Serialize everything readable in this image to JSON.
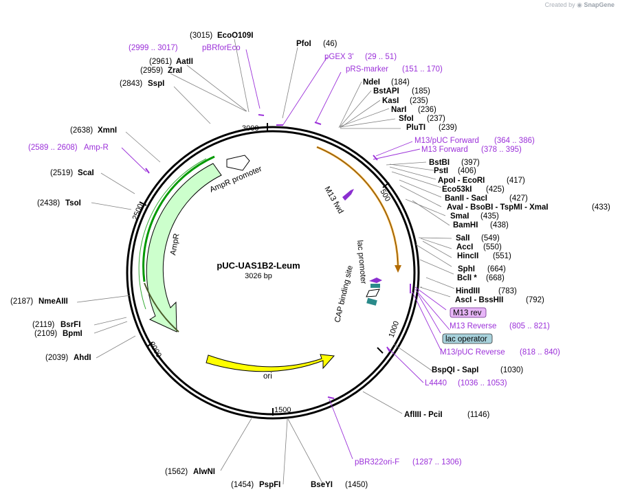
{
  "credit": {
    "prefix": "Created by",
    "brand": "SnapGene"
  },
  "map": {
    "name": "pUC-UAS1B2-Leum",
    "length_label": "3026 bp"
  },
  "ticks": {
    "t3000": "3000",
    "t500": "500",
    "t1000": "1000",
    "t1500": "1500",
    "t2000": "2000",
    "t2500": "2500"
  },
  "features": {
    "ampr": "AmpR",
    "ampr_promoter": "AmpR promoter",
    "ori": "ori",
    "m13fwd": "M13 fwd",
    "lac_promoter": "lac promoter",
    "cap": "CAP binding site"
  },
  "sites": [
    {
      "pos": "(3015)",
      "name": "EcoO109I"
    },
    {
      "pos": "(2999 .. 3017)",
      "name": "pBRforEco"
    },
    {
      "pos": "(2961)",
      "name": "AatII"
    },
    {
      "pos": "(2959)",
      "name": "ZraI"
    },
    {
      "pos": "(2843)",
      "name": "SspI"
    },
    {
      "pos": "(2638)",
      "name": "XmnI"
    },
    {
      "pos": "(2589 .. 2608)",
      "name": "Amp-R"
    },
    {
      "pos": "(2519)",
      "name": "ScaI"
    },
    {
      "pos": "(2438)",
      "name": "TsoI"
    },
    {
      "pos": "(2187)",
      "name": "NmeAIII"
    },
    {
      "pos": "(2119)",
      "name": "BsrFI"
    },
    {
      "pos": "(2109)",
      "name": "BpmI"
    },
    {
      "pos": "(2039)",
      "name": "AhdI"
    },
    {
      "pos": "(1562)",
      "name": "AlwNI"
    },
    {
      "pos": "(1454)",
      "name": "PspFI"
    },
    {
      "pos": "(1450)",
      "name": "BseYI"
    },
    {
      "pos": "(1287 .. 1306)",
      "name": "pBR322ori-F"
    },
    {
      "pos": "(1146)",
      "name": "AflIII - PciI"
    },
    {
      "pos": "(1036 .. 1053)",
      "name": "L4440"
    },
    {
      "pos": "(1030)",
      "name": "BspQI - SapI"
    },
    {
      "pos": "(818 .. 840)",
      "name": "M13/pUC Reverse"
    },
    {
      "pos": "",
      "name": "lac operator"
    },
    {
      "pos": "(805 .. 821)",
      "name": "M13 Reverse"
    },
    {
      "pos": "",
      "name": "M13 rev"
    },
    {
      "pos": "(792)",
      "name": "AscI - BssHII"
    },
    {
      "pos": "(783)",
      "name": "HindIII"
    },
    {
      "pos": "(668)",
      "name": "BclI *"
    },
    {
      "pos": "(664)",
      "name": "SphI"
    },
    {
      "pos": "(551)",
      "name": "HincII"
    },
    {
      "pos": "(550)",
      "name": "AccI"
    },
    {
      "pos": "(549)",
      "name": "SalI"
    },
    {
      "pos": "(438)",
      "name": "BamHI"
    },
    {
      "pos": "(435)",
      "name": "SmaI"
    },
    {
      "pos": "(433)",
      "name": "AvaI - BsoBI - TspMI - XmaI"
    },
    {
      "pos": "(427)",
      "name": "BanII - SacI"
    },
    {
      "pos": "(425)",
      "name": "Eco53kI"
    },
    {
      "pos": "(417)",
      "name": "ApoI - EcoRI"
    },
    {
      "pos": "(406)",
      "name": "PstI"
    },
    {
      "pos": "(397)",
      "name": "BstBI"
    },
    {
      "pos": "(378 .. 395)",
      "name": "M13 Forward"
    },
    {
      "pos": "(364 .. 386)",
      "name": "M13/pUC Forward"
    },
    {
      "pos": "(239)",
      "name": "PluTI"
    },
    {
      "pos": "(237)",
      "name": "SfoI"
    },
    {
      "pos": "(236)",
      "name": "NarI"
    },
    {
      "pos": "(235)",
      "name": "KasI"
    },
    {
      "pos": "(185)",
      "name": "BstAPI"
    },
    {
      "pos": "(184)",
      "name": "NdeI"
    },
    {
      "pos": "(151 .. 170)",
      "name": "pRS-marker"
    },
    {
      "pos": "(29 .. 51)",
      "name": "pGEX 3'"
    },
    {
      "pos": "(46)",
      "name": "PfoI"
    }
  ],
  "colors": {
    "purple": "#9b30d9",
    "ori": "#ffff00",
    "ampr": "#ccffcc",
    "m13": "#f4a72d",
    "lacop": "#a8d2dc"
  }
}
